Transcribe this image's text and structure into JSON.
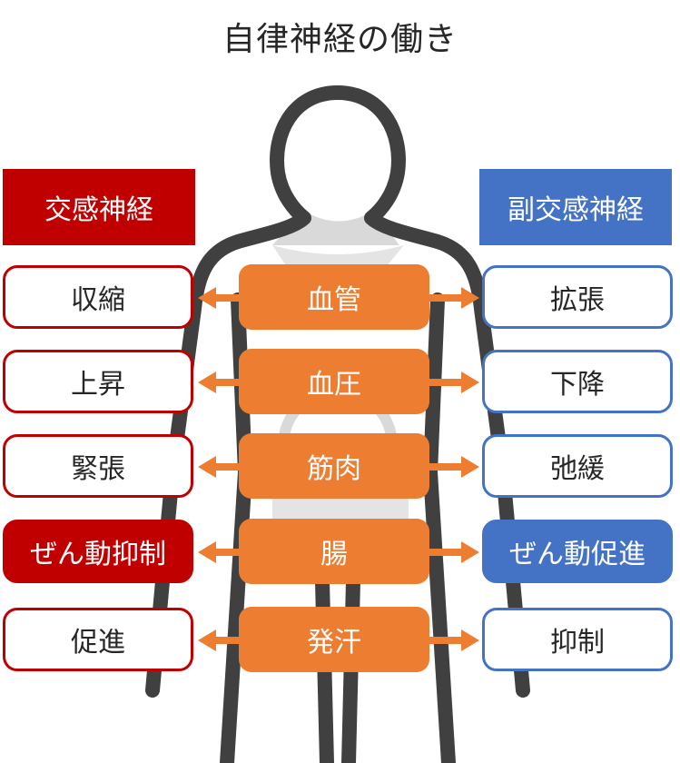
{
  "title": "自律神経の働き",
  "colors": {
    "sympathetic": "#c00000",
    "parasympathetic": "#4472c4",
    "center": "#ed7d31",
    "body_outline": "#404040",
    "body_inner": "#d9d9d9"
  },
  "sympathetic_header": "交感神経",
  "parasympathetic_header": "副交感神経",
  "rows": [
    {
      "sympathetic": "収縮",
      "organ": "血管",
      "parasympathetic": "拡張",
      "highlight": false
    },
    {
      "sympathetic": "上昇",
      "organ": "血圧",
      "parasympathetic": "下降",
      "highlight": false
    },
    {
      "sympathetic": "緊張",
      "organ": "筋肉",
      "parasympathetic": "弛緩",
      "highlight": false
    },
    {
      "sympathetic": "ぜん動抑制",
      "organ": "腸",
      "parasympathetic": "ぜん動促進",
      "highlight": true
    },
    {
      "sympathetic": "促進",
      "organ": "発汗",
      "parasympathetic": "抑制",
      "highlight": false
    }
  ]
}
